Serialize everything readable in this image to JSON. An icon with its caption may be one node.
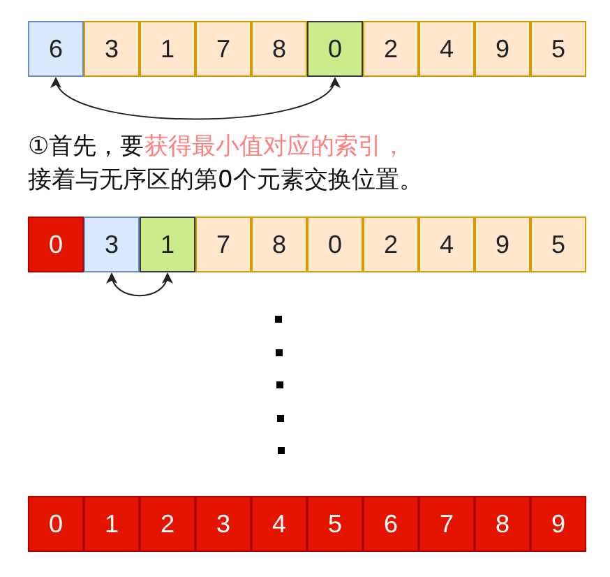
{
  "diagram": {
    "nodes": [
      {
        "text": [
          "6"
        ]
      },
      {
        "text": [
          "3"
        ]
      },
      {
        "text": [
          "1"
        ]
      },
      {
        "text": [
          "7"
        ]
      },
      {
        "text": [
          "8"
        ]
      },
      {
        "text": [
          "0"
        ]
      },
      {
        "text": [
          "2"
        ]
      },
      {
        "text": [
          "4"
        ]
      },
      {
        "text": [
          "9"
        ]
      },
      {
        "text": [
          "5"
        ]
      },
      {
        "text": [
          "0"
        ]
      },
      {
        "text": [
          "3"
        ]
      },
      {
        "text": [
          "1"
        ]
      },
      {
        "text": [
          "7"
        ]
      },
      {
        "text": [
          "8"
        ]
      },
      {
        "text": [
          "0"
        ]
      },
      {
        "text": [
          "2"
        ]
      },
      {
        "text": [
          "4"
        ]
      },
      {
        "text": [
          "9"
        ]
      },
      {
        "text": [
          "5"
        ]
      },
      {
        "text": [
          "0"
        ]
      },
      {
        "text": [
          "1"
        ]
      },
      {
        "text": [
          "2"
        ]
      },
      {
        "text": [
          "3"
        ]
      },
      {
        "text": [
          "4"
        ]
      },
      {
        "text": [
          "5"
        ]
      },
      {
        "text": [
          "6"
        ]
      },
      {
        "text": [
          "7"
        ]
      },
      {
        "text": [
          "8"
        ]
      },
      {
        "text": [
          "9"
        ]
      }
    ],
    "edges": [
      {
        "from": 0,
        "to": 5,
        "arrow": "both"
      },
      {
        "from": 11,
        "to": 12,
        "arrow": "both"
      }
    ],
    "labels": [
      "①首先，要",
      "获得最小值对应的索引，",
      "接着与无序区的第0个元素交换位置。"
    ]
  }
}
